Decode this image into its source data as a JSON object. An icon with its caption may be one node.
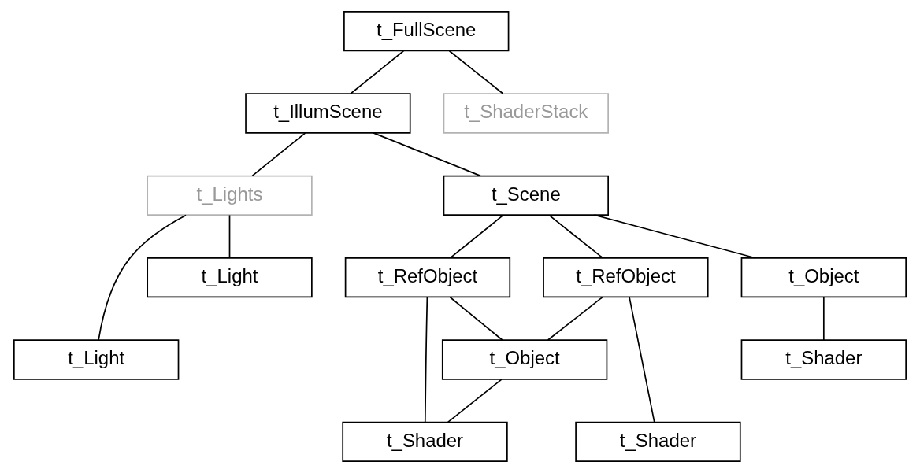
{
  "diagram": {
    "nodes": [
      {
        "text": [
          "t_FullScene"
        ]
      },
      {
        "text": [
          "t_IllumScene"
        ]
      },
      {
        "text": [
          "t_ShaderStack"
        ]
      },
      {
        "text": [
          "t_Lights"
        ]
      },
      {
        "text": [
          "t_Scene"
        ]
      },
      {
        "text": [
          "t_Light"
        ]
      },
      {
        "text": [
          "t_Object"
        ]
      },
      {
        "text": [
          "t_RefObject"
        ]
      },
      {
        "text": [
          "t_RefObject"
        ]
      },
      {
        "text": [
          "t_Light"
        ]
      },
      {
        "text": [
          "t_Shader"
        ]
      },
      {
        "text": [
          "t_Object"
        ]
      },
      {
        "text": [
          "t_Shader"
        ]
      },
      {
        "text": [
          "t_Shader"
        ]
      }
    ],
    "edges": [
      {
        "from": 0,
        "to": 1,
        "arrow": "none"
      },
      {
        "from": 0,
        "to": 2,
        "arrow": "none"
      },
      {
        "from": 1,
        "to": 3,
        "arrow": "none"
      },
      {
        "from": 1,
        "to": 4,
        "arrow": "none"
      },
      {
        "from": 3,
        "to": 5,
        "arrow": "none"
      },
      {
        "from": 3,
        "to": 9,
        "arrow": "none"
      },
      {
        "from": 4,
        "to": 6,
        "arrow": "none"
      },
      {
        "from": 4,
        "to": 7,
        "arrow": "none"
      },
      {
        "from": 4,
        "to": 8,
        "arrow": "none"
      },
      {
        "from": 6,
        "to": 10,
        "arrow": "none"
      },
      {
        "from": 7,
        "to": 11,
        "arrow": "none"
      },
      {
        "from": 8,
        "to": 11,
        "arrow": "none"
      },
      {
        "from": 7,
        "to": 12,
        "arrow": "none"
      },
      {
        "from": 8,
        "to": 13,
        "arrow": "none"
      },
      {
        "from": 11,
        "to": 13,
        "arrow": "none"
      }
    ]
  }
}
